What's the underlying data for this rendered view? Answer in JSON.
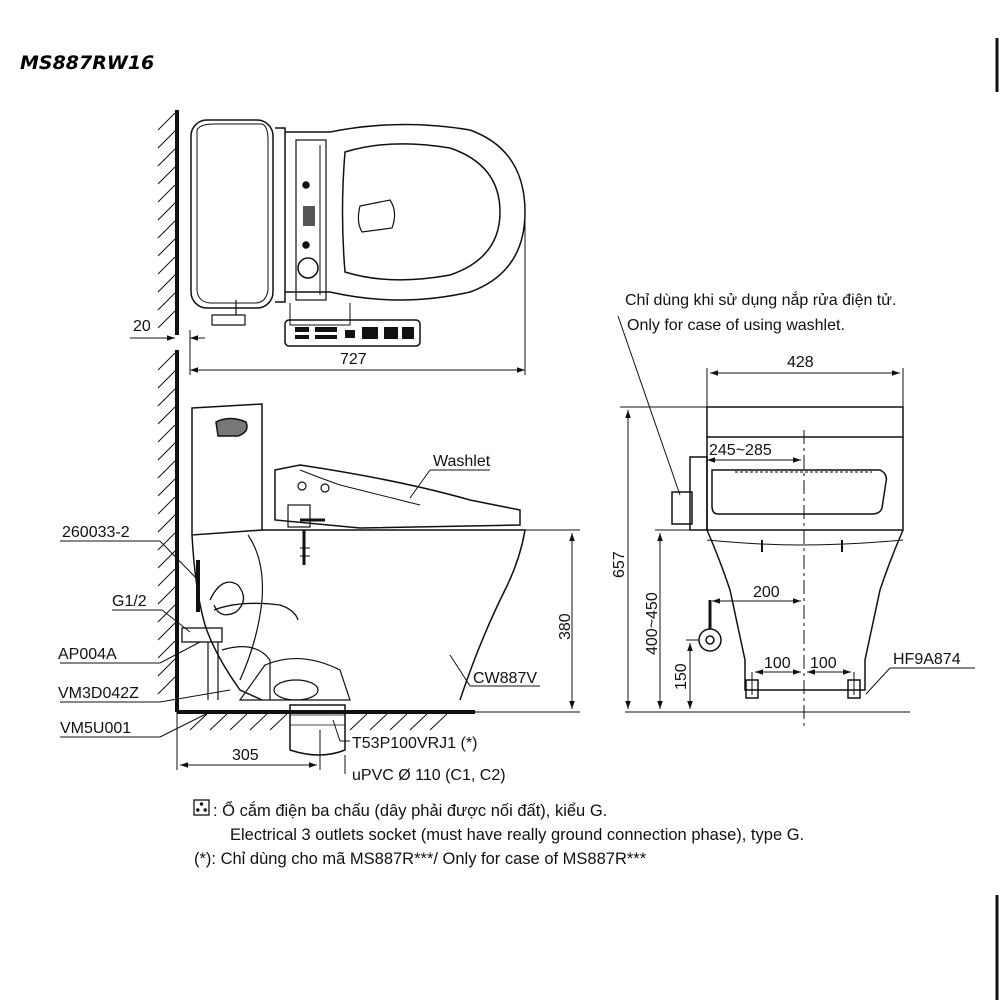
{
  "title": "MS887RW16",
  "dimensions": {
    "wall_gap": "20",
    "total_length": "727",
    "rough_in": "305",
    "seat_height": "380",
    "total_height": "657",
    "supply_height_range": "400~450",
    "outlet_height": "150",
    "total_width": "428",
    "washlet_mount_range": "245~285",
    "supply_offset": "200",
    "bolt_left": "100",
    "bolt_right": "100"
  },
  "parts": {
    "fill_valve": "260033-2",
    "inlet": "G1/2",
    "stop_valve": "AP004A",
    "supply_hose": "VM3D042Z",
    "flange": "VM5U001",
    "washlet": "Washlet",
    "bowl": "CW887V",
    "adapter": "T53P100VRJ1 (*)",
    "pipe": "uPVC Ø 110 (C1, C2)",
    "bolt_cap": "HF9A874"
  },
  "washlet_note": {
    "vi": "Chỉ dùng khi sử dụng nắp rửa điện tử.",
    "en": "Only for case of using washlet."
  },
  "notes": {
    "socket_vi": ": Ổ cắm điện ba chấu (dây phải được nối đất), kiểu G.",
    "socket_en": "Electrical 3 outlets socket (must have really ground connection phase), type G.",
    "asterisk": "(*): Chỉ dùng cho mã MS887R***/ Only for case of MS887R***"
  },
  "icons": [
    "socket-icon"
  ]
}
